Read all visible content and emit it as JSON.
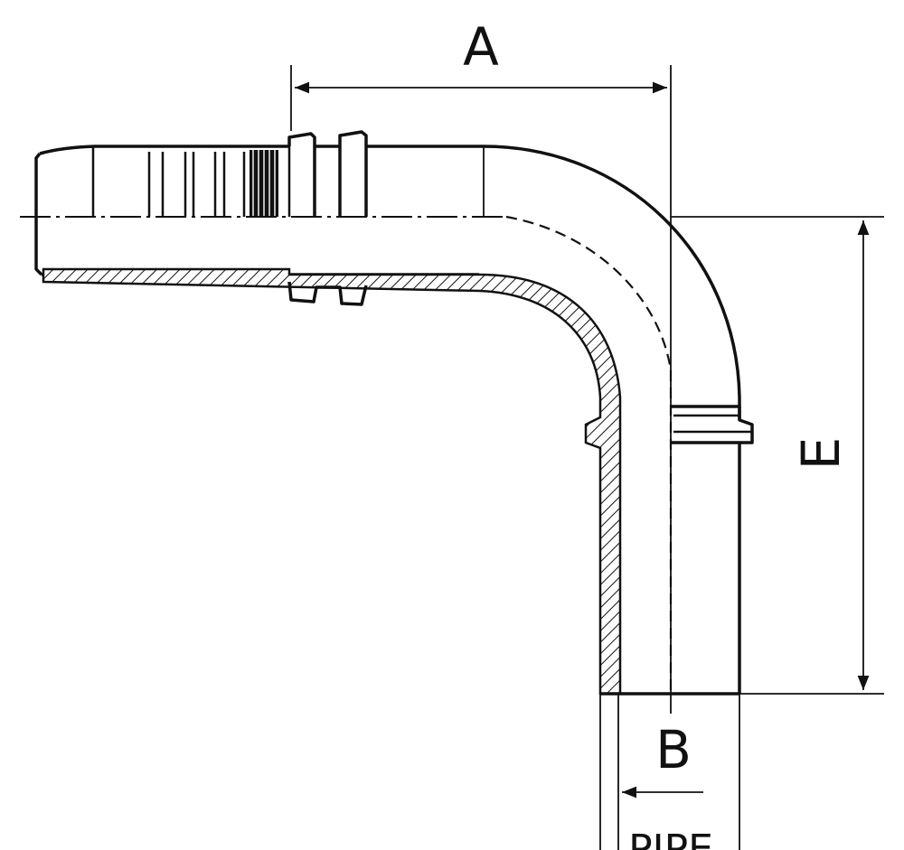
{
  "diagram": {
    "labels": {
      "dim_a": "A",
      "dim_e": "E",
      "dim_b": "B",
      "pipe": "PIPE"
    }
  }
}
